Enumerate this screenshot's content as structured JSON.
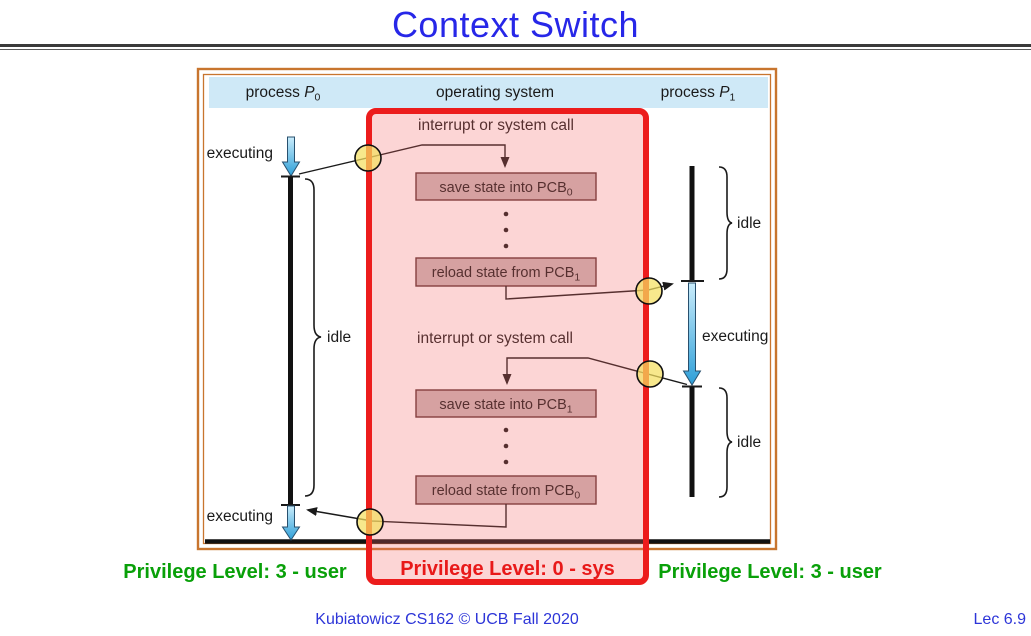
{
  "slide": {
    "title": "Context Switch",
    "footer_left": "Kubiatowicz CS162 © UCB Fall 2020",
    "footer_right": "Lec 6.9"
  },
  "privilege_labels": {
    "left": "Privilege Level: 3 - user",
    "middle": "Privilege Level: 0 - sys",
    "right": "Privilege Level: 3 - user"
  },
  "diagram": {
    "columns": {
      "p0": {
        "prefix": "process ",
        "name": "P",
        "sub": "0"
      },
      "os": "operating system",
      "p1": {
        "prefix": "process ",
        "name": "P",
        "sub": "1"
      }
    },
    "p0_labels": {
      "executing_top": "executing",
      "idle": "idle",
      "executing_bottom": "executing"
    },
    "p1_labels": {
      "idle_top": "idle",
      "executing": "executing",
      "idle_bottom": "idle"
    },
    "os_labels": {
      "interrupt_top": "interrupt or system call",
      "interrupt_bottom": "interrupt or system call"
    },
    "boxes": {
      "save0": {
        "text": "save state into PCB",
        "sub": "0"
      },
      "reload1": {
        "text": "reload state from PCB",
        "sub": "1"
      },
      "save1": {
        "text": "save state into PCB",
        "sub": "1"
      },
      "reload0": {
        "text": "reload state from PCB",
        "sub": "0"
      }
    },
    "colors": {
      "title_blue": "#2727e8",
      "footer_blue": "#2d35d8",
      "privilege_green": "#09a009",
      "privilege_red": "#e81919",
      "frame_orange": "#c8752e",
      "header_strip_blue": "#cfe9f7",
      "overlay_red_border": "#ec1c1c",
      "overlay_pink_fill": "rgba(243,105,105,0.28)",
      "highlight_circle_yellow": "#f4df60",
      "executing_arrow_blue": "#5bb8e8",
      "pcb_box_fill": "#cbb8b8"
    }
  }
}
